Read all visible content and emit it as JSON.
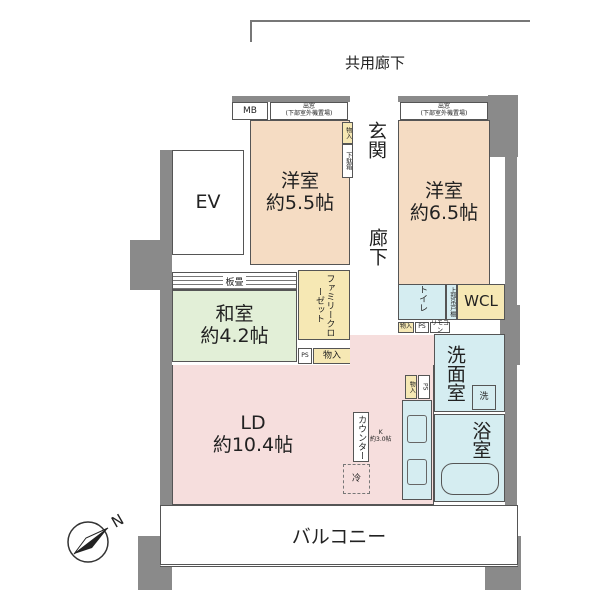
{
  "colors": {
    "western_room": "#f5dcc3",
    "japanese_room": "#e2efd7",
    "closet": "#f6e8b4",
    "ld": "#f6dedd",
    "wet": "#d5edf1",
    "wall": "#8a8a8a"
  },
  "labels": {
    "common_corridor": "共用廊下",
    "mb": "MB",
    "bay_window_1": "出窓",
    "bay_window_1_note": "(下部室外機置場)",
    "bay_window_2": "出窓",
    "bay_window_2_note": "(下部室外機置場)",
    "storage_entry": "物入",
    "shoe_box": "下駄箱",
    "entrance": "玄関",
    "ev": "EV",
    "western_room_1": "洋室",
    "western_room_1_size": "約5.5帖",
    "western_room_2": "洋室",
    "western_room_2_size": "約6.5帖",
    "hallway": "廊下",
    "board_tatami": "板畳",
    "japanese_room": "和室",
    "japanese_room_size": "約4.2帖",
    "family_closet": "ファミリークローゼット",
    "ps_1": "PS",
    "storage_1": "物入",
    "toilet": "トイレ",
    "upper_cabinet": "上部吊戸棚",
    "wcl": "WCL",
    "storage_2": "物入",
    "ps_2": "PS",
    "remote": "リモコン",
    "washroom": "洗面室",
    "storage_3": "物入",
    "ps_3": "PS",
    "washer": "洗",
    "bathroom": "浴室",
    "ld": "LD",
    "ld_size": "約10.4帖",
    "counter": "カウンター",
    "kitchen": "K",
    "kitchen_size": "約3.0帖",
    "fridge": "冷",
    "balcony": "バルコニー",
    "north": "N"
  }
}
